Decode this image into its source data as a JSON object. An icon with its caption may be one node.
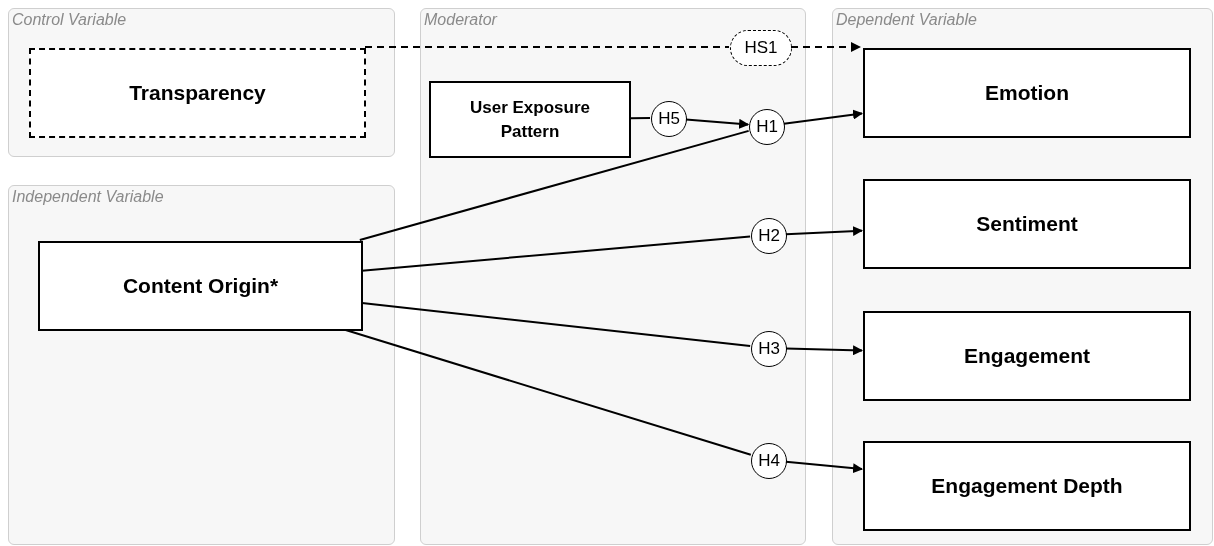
{
  "diagram": {
    "nodes": [
      {
        "text": [
          "Control Variable"
        ]
      },
      {
        "text": [
          "Transparency"
        ],
        "in": 0
      },
      {
        "text": [
          "Moderator"
        ]
      },
      {
        "text": [
          "HS1"
        ],
        "in": 2
      },
      {
        "text": [
          "User Exposure Pattern"
        ],
        "in": 2
      },
      {
        "text": [
          "H5"
        ],
        "in": 2
      },
      {
        "text": [
          "H1"
        ],
        "in": 2
      },
      {
        "text": [
          "H2"
        ],
        "in": 2
      },
      {
        "text": [
          "H3"
        ],
        "in": 2
      },
      {
        "text": [
          "H4"
        ],
        "in": 2
      },
      {
        "text": [
          "Dependent Variable"
        ]
      },
      {
        "text": [
          "Emotion"
        ],
        "in": 10
      },
      {
        "text": [
          "Sentiment"
        ],
        "in": 10
      },
      {
        "text": [
          "Engagement"
        ],
        "in": 10
      },
      {
        "text": [
          "Engagement Depth"
        ],
        "in": 10
      },
      {
        "text": [
          "Independent Variable"
        ]
      },
      {
        "text": [
          "Content Origin*"
        ],
        "in": 15
      }
    ],
    "edges": [
      {
        "from": 1,
        "to": 3,
        "arrow": "none",
        "style": "dashed"
      },
      {
        "from": 3,
        "to": 11,
        "arrow": "to",
        "style": "dashed"
      },
      {
        "from": 4,
        "to": 5,
        "arrow": "none"
      },
      {
        "from": 5,
        "to": 6,
        "arrow": "to"
      },
      {
        "from": 16,
        "to": 6,
        "arrow": "none"
      },
      {
        "from": 6,
        "to": 11,
        "arrow": "to"
      },
      {
        "from": 16,
        "to": 7,
        "arrow": "none"
      },
      {
        "from": 7,
        "to": 12,
        "arrow": "to"
      },
      {
        "from": 16,
        "to": 8,
        "arrow": "none"
      },
      {
        "from": 8,
        "to": 13,
        "arrow": "to"
      },
      {
        "from": 16,
        "to": 9,
        "arrow": "none"
      },
      {
        "from": 9,
        "to": 14,
        "arrow": "to"
      }
    ]
  }
}
